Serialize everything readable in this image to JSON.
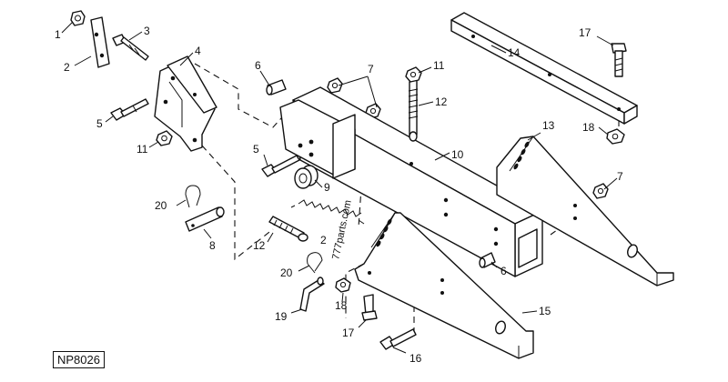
{
  "figure_label": "NP8026",
  "watermark": "777parts.com",
  "callouts": {
    "c1": "1",
    "c2a": "2",
    "c2b": "2",
    "c3": "3",
    "c4": "4",
    "c5a": "5",
    "c5b": "5",
    "c6a": "6",
    "c6b": "6",
    "c7a": "7",
    "c7b": "7",
    "c8": "8",
    "c9": "9",
    "c10": "10",
    "c11a": "11",
    "c11b": "11",
    "c12a": "12",
    "c12b": "12",
    "c13": "13",
    "c14": "14",
    "c15": "15",
    "c16": "16",
    "c17a": "17",
    "c17b": "17",
    "c18a": "18",
    "c18b": "18",
    "c19": "19",
    "c20a": "20",
    "c20b": "20"
  }
}
